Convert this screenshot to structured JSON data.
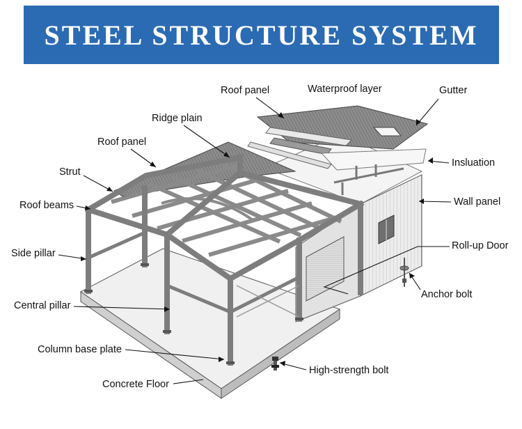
{
  "banner": {
    "title": "STEEL STRUCTURE SYSTEM",
    "color": "#2b6bb3"
  },
  "labels": {
    "roof_panel_top": "Roof panel",
    "waterproof_layer": "Waterproof layer",
    "gutter": "Gutter",
    "ridge_plain": "Ridge plain",
    "roof_panel_left": "Roof panel",
    "insulation": "Insluation",
    "strut": "Strut",
    "wall_panel": "Wall panel",
    "roof_beams": "Roof beams",
    "roll_up_door": "Roll-up Door",
    "side_pillar": "Side pillar",
    "anchor_bolt": "Anchor bolt",
    "central_pillar": "Central pillar",
    "column_base_plate": "Column base plate",
    "high_strength_bolt": "High-strength bolt",
    "concrete_floor": "Concrete Floor"
  }
}
